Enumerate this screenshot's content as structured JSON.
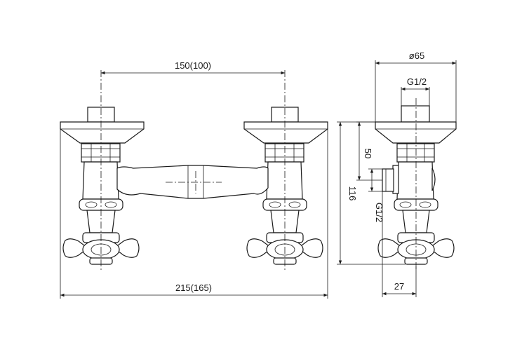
{
  "dimensions": {
    "center_distance": "150(100)",
    "overall_width": "215(165)",
    "diameter": "ø65",
    "thread_top": "G1/2",
    "thread_side": "G1/2",
    "height_50": "50",
    "height_116": "116",
    "depth_27": "27"
  },
  "colors": {
    "line": "#1a1a1a",
    "background": "#ffffff"
  }
}
